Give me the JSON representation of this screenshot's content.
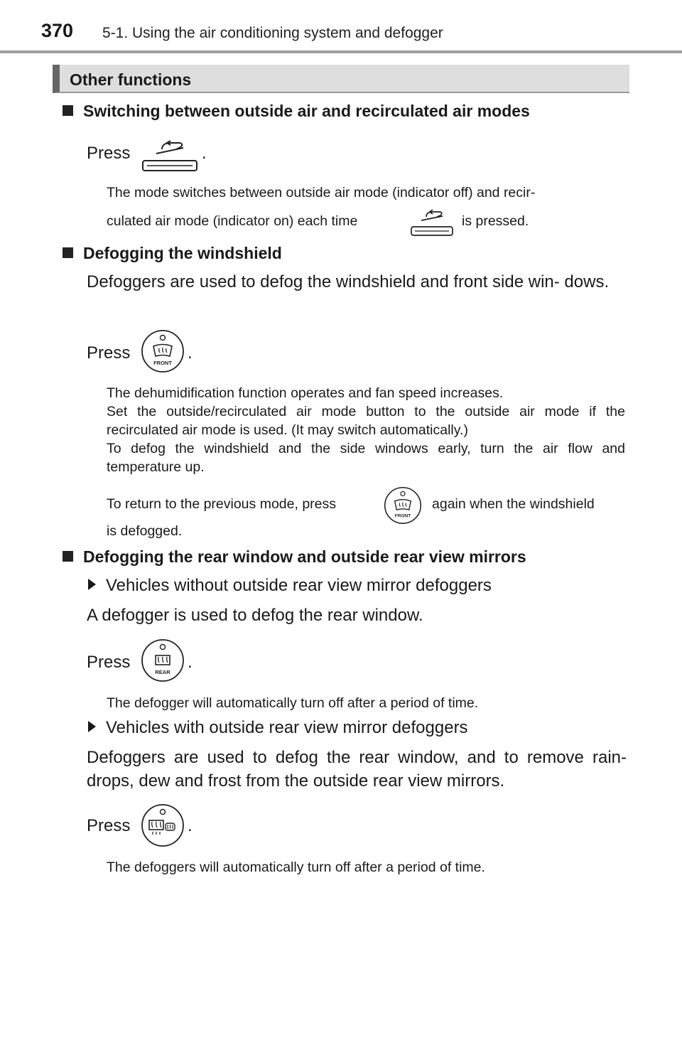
{
  "header": {
    "page_number": "370",
    "running_title": "5-1. Using the air conditioning system and defogger"
  },
  "section": {
    "title": "Other functions"
  },
  "recirc": {
    "heading": "Switching between outside air and recirculated air modes",
    "press": "Press",
    "period": ".",
    "note_line1": "The mode switches between outside air mode (indicator off) and recir-",
    "note_line2_a": "culated air mode (indicator on) each time",
    "note_line2_b": "is pressed."
  },
  "windshield": {
    "heading": "Defogging the windshield",
    "body": "Defoggers are used to defog the windshield and front side win- dows.",
    "press": "Press",
    "period": ".",
    "icon_label": "FRONT",
    "note1": "The dehumidification function operates and fan speed increases.",
    "note2": "Set the outside/recirculated air mode button to the outside air mode if the recirculated air mode is used. (It may switch automatically.)",
    "note3": "To defog the windshield and the side windows early, turn the air flow and temperature up.",
    "note4_a": "To return to the previous mode, press",
    "note4_b": "again when the windshield",
    "note4_c": "is defogged."
  },
  "rear": {
    "heading": "Defogging the rear window and outside rear view mirrors",
    "sub1": "Vehicles without outside rear view mirror defoggers",
    "sub1_body": "A defogger is used to defog the rear window.",
    "press": "Press",
    "period": ".",
    "icon_label": "REAR",
    "sub1_note": "The defogger will automatically turn off after a period of time.",
    "sub2": "Vehicles with outside rear view mirror defoggers",
    "sub2_body": "Defoggers are used to defog the rear window, and to remove rain- drops, dew and frost from the outside rear view mirrors.",
    "sub2_note": "The defoggers will automatically turn off after a period of time."
  }
}
